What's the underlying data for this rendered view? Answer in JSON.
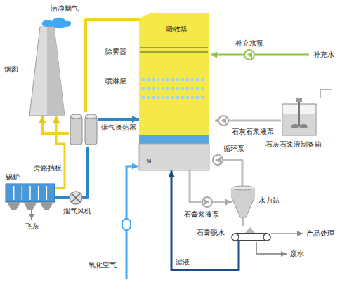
{
  "diagram": {
    "nodes": [
      {
        "text": [
          "烟囱"
        ]
      },
      {
        "text": [
          "锅炉"
        ]
      },
      {
        "text": [
          "烟气换热器"
        ]
      },
      {
        "text": [
          "吸收塔"
        ]
      },
      {
        "text": [
          "石灰石浆液制备箱"
        ]
      },
      {
        "text": [
          "水力站"
        ]
      },
      {
        "text": [
          "石膏脱水"
        ]
      }
    ],
    "edges": [
      {
        "from": 1,
        "to": 2,
        "arrow": "none"
      },
      {
        "from": 2,
        "to": 3,
        "arrow": "to"
      },
      {
        "from": 3,
        "to": 2,
        "arrow": "none"
      },
      {
        "from": 2,
        "to": 0,
        "arrow": "to"
      },
      {
        "from": 1,
        "to": 0,
        "arrow": "to"
      },
      {
        "from": 4,
        "to": 3,
        "arrow": "to"
      },
      {
        "from": 3,
        "to": 5,
        "arrow": "to"
      },
      {
        "from": 5,
        "to": 6,
        "arrow": "none"
      },
      {
        "from": 5,
        "to": 3,
        "arrow": "to"
      },
      {
        "from": 6,
        "to": 3,
        "arrow": "to"
      }
    ],
    "labels": [
      "洁净烟气",
      "除雾器",
      "喷淋层",
      "补充水泵",
      "补充水",
      "石灰石浆液泵",
      "循环泵",
      "旁路挡板",
      "烟气风机",
      "飞灰",
      "氧化空气",
      "石膏浆液泵",
      "产品处理",
      "废水",
      "滤液",
      "M"
    ]
  }
}
